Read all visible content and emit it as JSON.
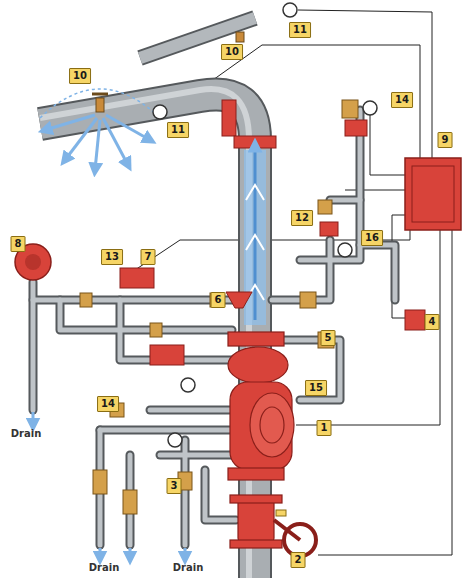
{
  "diagram": {
    "labels": [
      "11",
      "10",
      "10",
      "14",
      "11",
      "9",
      "12",
      "16",
      "8",
      "13",
      "7",
      "6",
      "4",
      "5",
      "15",
      "14",
      "Drain",
      "1",
      "3",
      "2",
      "Drain",
      "Drain"
    ]
  }
}
